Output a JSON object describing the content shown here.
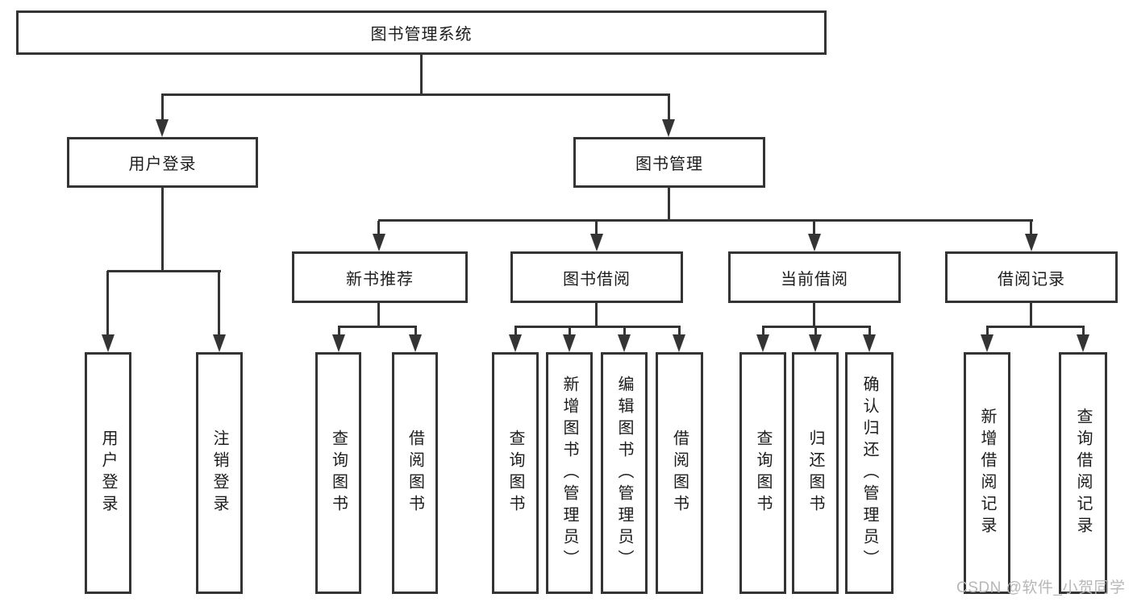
{
  "diagram": {
    "root": {
      "label": "图书管理系统"
    },
    "user_login": {
      "label": "用户登录",
      "children": [
        {
          "label": "用户登录"
        },
        {
          "label": "注销登录"
        }
      ]
    },
    "book_management": {
      "label": "图书管理",
      "groups": [
        {
          "label": "新书推荐",
          "children": [
            {
              "label": "查询图书"
            },
            {
              "label": "借阅图书"
            }
          ]
        },
        {
          "label": "图书借阅",
          "children": [
            {
              "label": "查询图书"
            },
            {
              "label": "新增图书（管理员）"
            },
            {
              "label": "编辑图书（管理员）"
            },
            {
              "label": "借阅图书"
            }
          ]
        },
        {
          "label": "当前借阅",
          "children": [
            {
              "label": "查询图书"
            },
            {
              "label": "归还图书"
            },
            {
              "label": "确认归还（管理员）"
            }
          ]
        },
        {
          "label": "借阅记录",
          "children": [
            {
              "label": "新增借阅记录"
            },
            {
              "label": "查询借阅记录"
            }
          ]
        }
      ]
    }
  },
  "watermark": {
    "text": "CSDN @软件_小贺同学"
  },
  "colors": {
    "line": "#343434",
    "text": "#1c1c1c",
    "watermark": "#b7b7b7",
    "background": "#ffffff"
  }
}
